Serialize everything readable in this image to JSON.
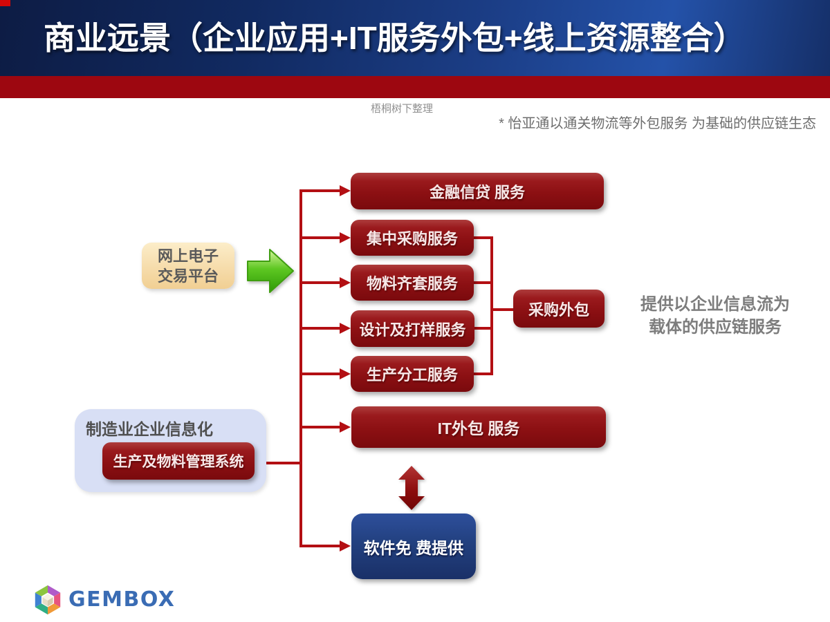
{
  "header": {
    "title": "商业远景（企业应用+IT服务外包+线上资源整合）"
  },
  "watermark": "梧桐树下整理",
  "note": "* 怡亚通以通关物流等外包服务 为基础的供应链生态",
  "diagram": {
    "platform_box": {
      "line1": "网上电子",
      "line2": "交易平台"
    },
    "services": [
      {
        "label": "金融信贷 服务"
      },
      {
        "label": "集中采购服务"
      },
      {
        "label": "物料齐套服务"
      },
      {
        "label": "设计及打样服务"
      },
      {
        "label": "生产分工服务"
      }
    ],
    "outsourcing_box": {
      "label": "采购外包"
    },
    "it_box": {
      "label": "IT外包 服务"
    },
    "software_box": {
      "label": "软件免 费提供"
    },
    "manufacturing_group": {
      "title": "制造业企业信息化",
      "inner_box": "生产及物料管理系统"
    },
    "right_text": {
      "line1": "提供以企业信息流为",
      "line2": "载体的供应链服务"
    }
  },
  "footer": {
    "logo_text": "GEMBOX"
  },
  "colors": {
    "header_navy": "#1b3d85",
    "accent_red_strip": "#9d0710",
    "connector_red": "#b30f13",
    "service_box_red": "#8c1013",
    "software_box_navy": "#22407f",
    "platform_beige": "#f6dcab",
    "group_lavender": "#d8dff5",
    "arrow_green": "#4cbb15",
    "logo_blue": "#3a6cb4"
  }
}
